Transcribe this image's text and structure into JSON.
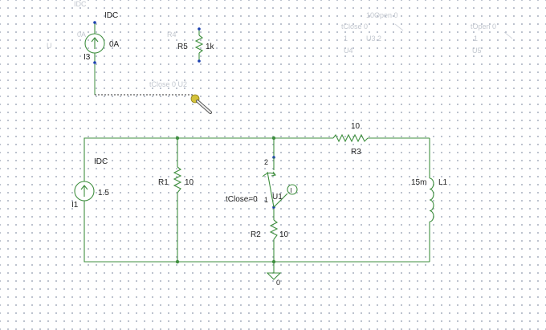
{
  "ghost_labels": {
    "idc_top": "IDC",
    "bg1": "10Open 0",
    "bg2": "tClose 0",
    "bg3": "1",
    "bg4": "U3  2",
    "bg5": "U4",
    "bg6": "tOpen 0",
    "bg7": "1",
    "bg8": "U5",
    "drag_label": "tClose 0   U2",
    "u_left": "U",
    "u_left2": "0A",
    "r5_ghost": "R4"
  },
  "top_parts": {
    "i3_type": "IDC",
    "i3_value": "0A",
    "i3_name": "I3",
    "r5_name": "R5",
    "r5_value": "1k"
  },
  "circuit": {
    "i1_type": "IDC",
    "i1_value": "1.5",
    "i1_name": "I1",
    "r1_name": "R1",
    "r1_value": "10",
    "r3_value": "10",
    "r3_name": "R3",
    "l1_value": "15m",
    "l1_name": "L1",
    "u1_name": "U1",
    "u1_param": "tClose=0",
    "u1_pin2": "2",
    "u1_pin1": "1",
    "u1_marker": "I",
    "r2_name": "R2",
    "r2_value": "10",
    "ground_label": "0"
  },
  "colors": {
    "wire": "#3f8f3f",
    "pin_dot": "#1a3fb0",
    "ghost_text": "#c2c7cf",
    "cursor": "#d4c23a"
  }
}
